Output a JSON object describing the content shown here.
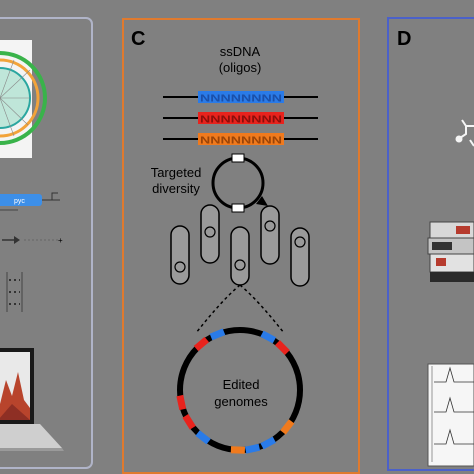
{
  "panel_c": {
    "letter": "C",
    "ssdna_line1": "ssDNA",
    "ssdna_line2": "(oligos)",
    "oligo_seq": "NNNNNNNN",
    "targeted_line1": "Targeted",
    "targeted_line2": "diversity",
    "edited_line1": "Edited",
    "edited_line2": "genomes"
  },
  "panel_d": {
    "letter": "D"
  },
  "panel_b": {
    "tag_label": "pyc"
  },
  "colors": {
    "background": "#808080",
    "panel_c_border": "#e07a2e",
    "panel_d_border": "#4b61c9",
    "panel_b_border": "#b0b4c8",
    "oligo_blue": "#2a7be8",
    "oligo_red": "#e8231d",
    "oligo_orange": "#f07a1d"
  }
}
